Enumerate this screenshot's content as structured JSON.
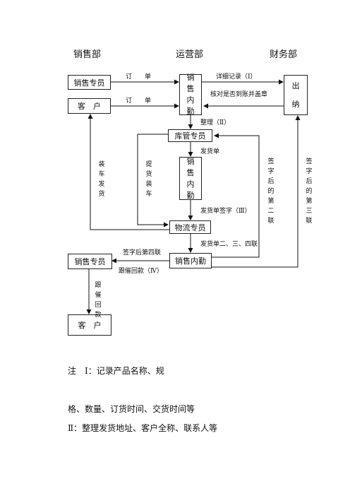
{
  "departments": {
    "sales": "销售部",
    "operations": "运营部",
    "finance": "财务部"
  },
  "boxes": {
    "sales_rep_top": "销售专员",
    "customer_top": "客　户",
    "sales_internal_top": "销售内勤",
    "cashier": "出纳",
    "warehouse": "库管专员",
    "sales_internal_mid": "销售内勤",
    "logistics": "物流专员",
    "sales_rep_bottom": "销售专员",
    "sales_internal_bottom": "销售内勤",
    "customer_bottom": "客　户"
  },
  "labels": {
    "order1": "订　　单",
    "order2": "订　　单",
    "detail_record": "详细记录（Ⅰ）",
    "verify_seal": "核对是否到账并盖章",
    "organize": "整理（Ⅱ）",
    "delivery_note": "发货单",
    "delivery_sign": "发货单签字（Ⅲ）",
    "delivery_234": "发货单二、三、四联",
    "sign_4th": "签字后第四联",
    "follow_payment": "跟催回款（Ⅳ）",
    "load_ship": "装车发货",
    "pickup_load": "提货装车",
    "sign_23": "签字后的第二联",
    "sign_3": "签字后的第三联",
    "follow_collect": "跟催回款"
  },
  "notes": {
    "line1": "注　Ⅰ：记录产品名称、规",
    "line2": "格、数量、订货时间、交货时间等",
    "line3": "Ⅱ：整理发货地址、客户全称、联系人等"
  }
}
